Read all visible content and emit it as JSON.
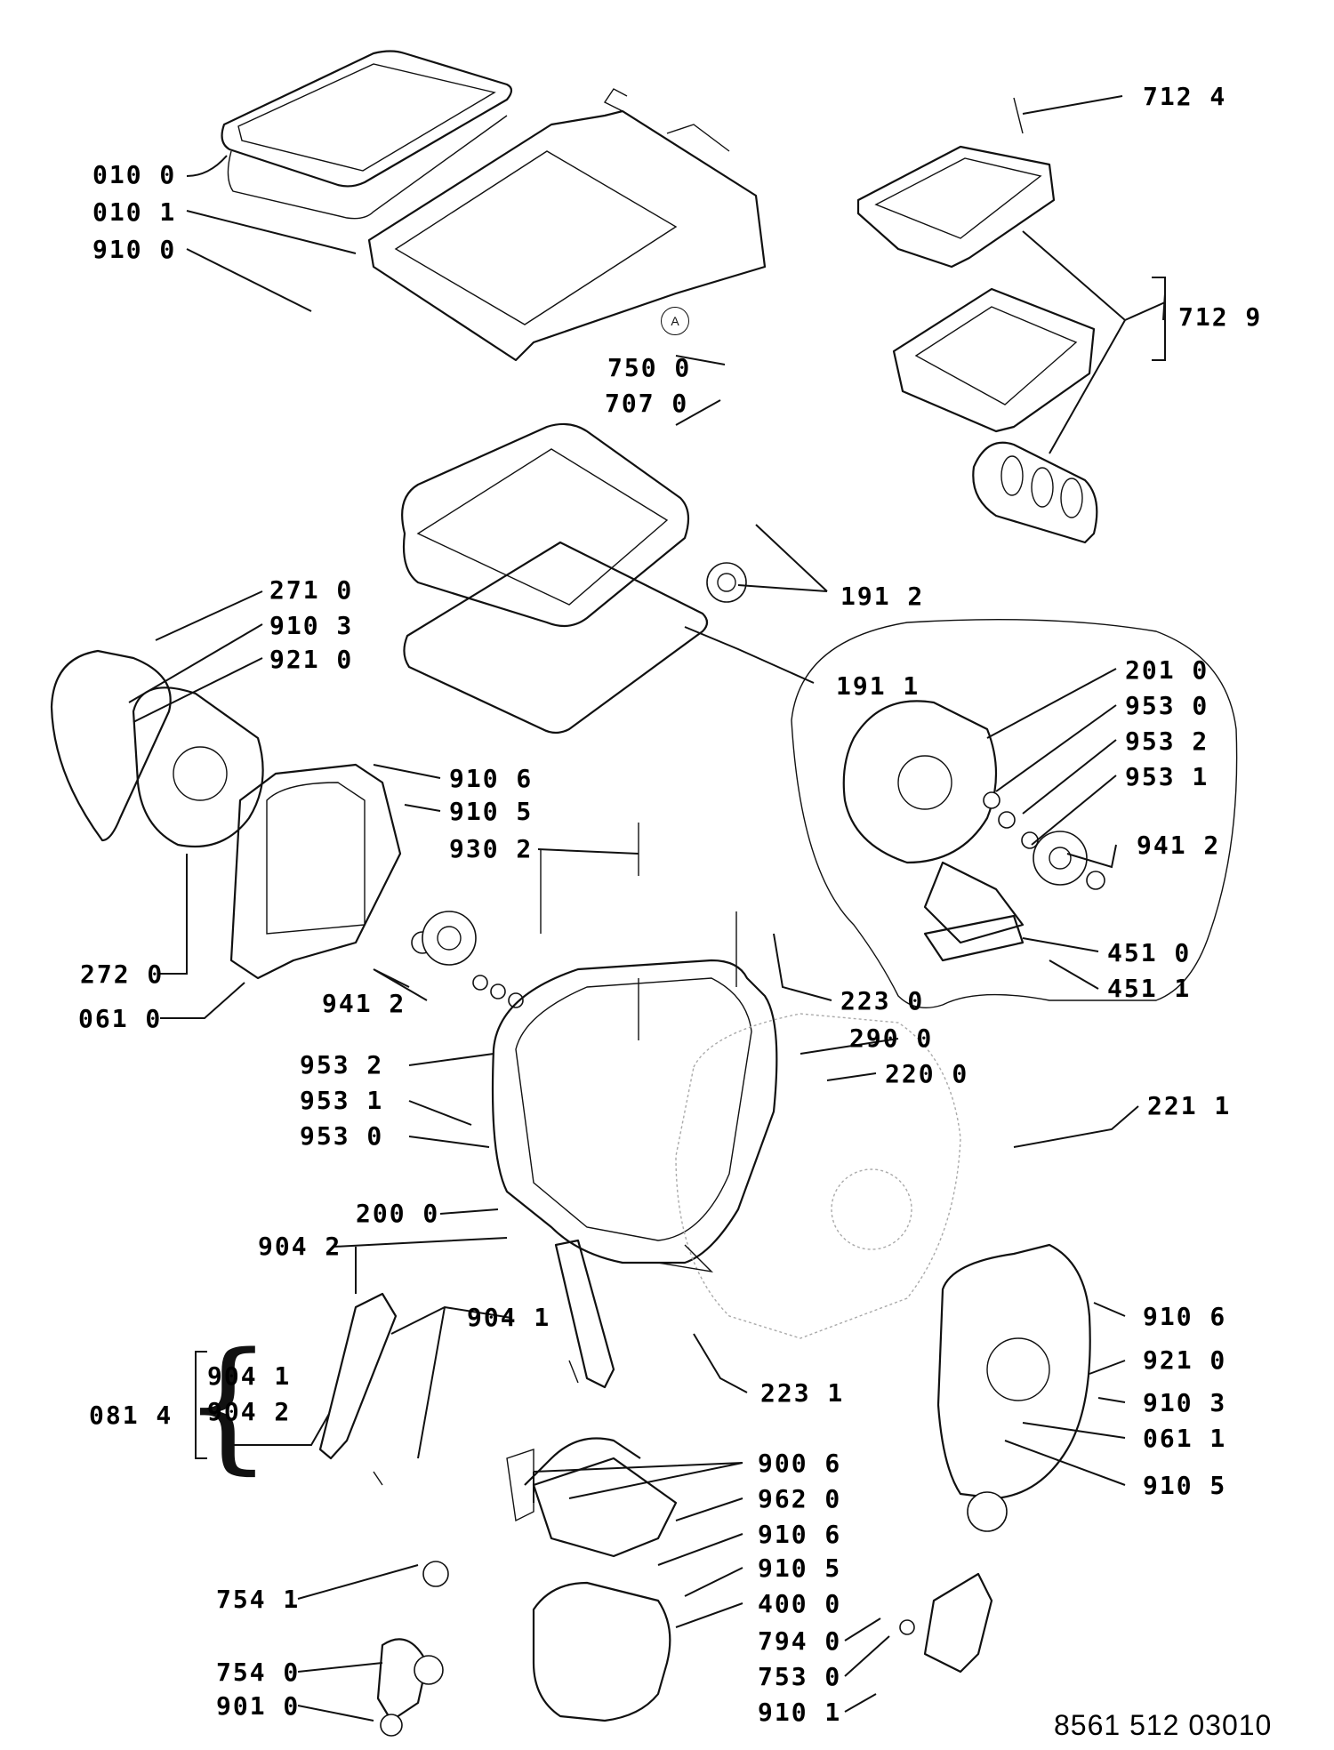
{
  "labels": {
    "l0100": "010 0",
    "l0101": "010 1",
    "l9100": "910 0",
    "l7124": "712 4",
    "l7129": "712 9",
    "l7500": "750 0",
    "l7070": "707 0",
    "l1912": "191 2",
    "l1911": "191 1",
    "l2710": "271 0",
    "l9103a": "910 3",
    "l9210a": "921 0",
    "l2010": "201 0",
    "l9530r": "953 0",
    "l9532r": "953 2",
    "l9531r": "953 1",
    "l9412r": "941 2",
    "l4510": "451 0",
    "l4511": "451 1",
    "l9106a": "910 6",
    "l9105a": "910 5",
    "l9302": "930 2",
    "l2720": "272 0",
    "l0610": "061 0",
    "l9412l": "941 2",
    "l2230": "223 0",
    "l2900": "290 0",
    "l2200": "220 0",
    "l2211": "221 1",
    "l9532l": "953 2",
    "l9531l": "953 1",
    "l9530l": "953 0",
    "l2000": "200 0",
    "l9042a": "904 2",
    "l9041a": "904 1",
    "l9041b": "904 1",
    "l9042b": "904 2",
    "l0814": "081 4",
    "l2231": "223 1",
    "l9106b": "910 6",
    "l9210b": "921 0",
    "l9103b": "910 3",
    "l0611": "061 1",
    "l9105b": "910 5",
    "l9006": "900 6",
    "l9620": "962 0",
    "l9106c": "910 6",
    "l9105c": "910 5",
    "l4000": "400 0",
    "l7940": "794 0",
    "l7530": "753 0",
    "l9101": "910 1",
    "l7541": "754 1",
    "l7540": "754 0",
    "l9010": "901 0"
  },
  "callout_marker": "A",
  "document_number": "8561 512 03010"
}
